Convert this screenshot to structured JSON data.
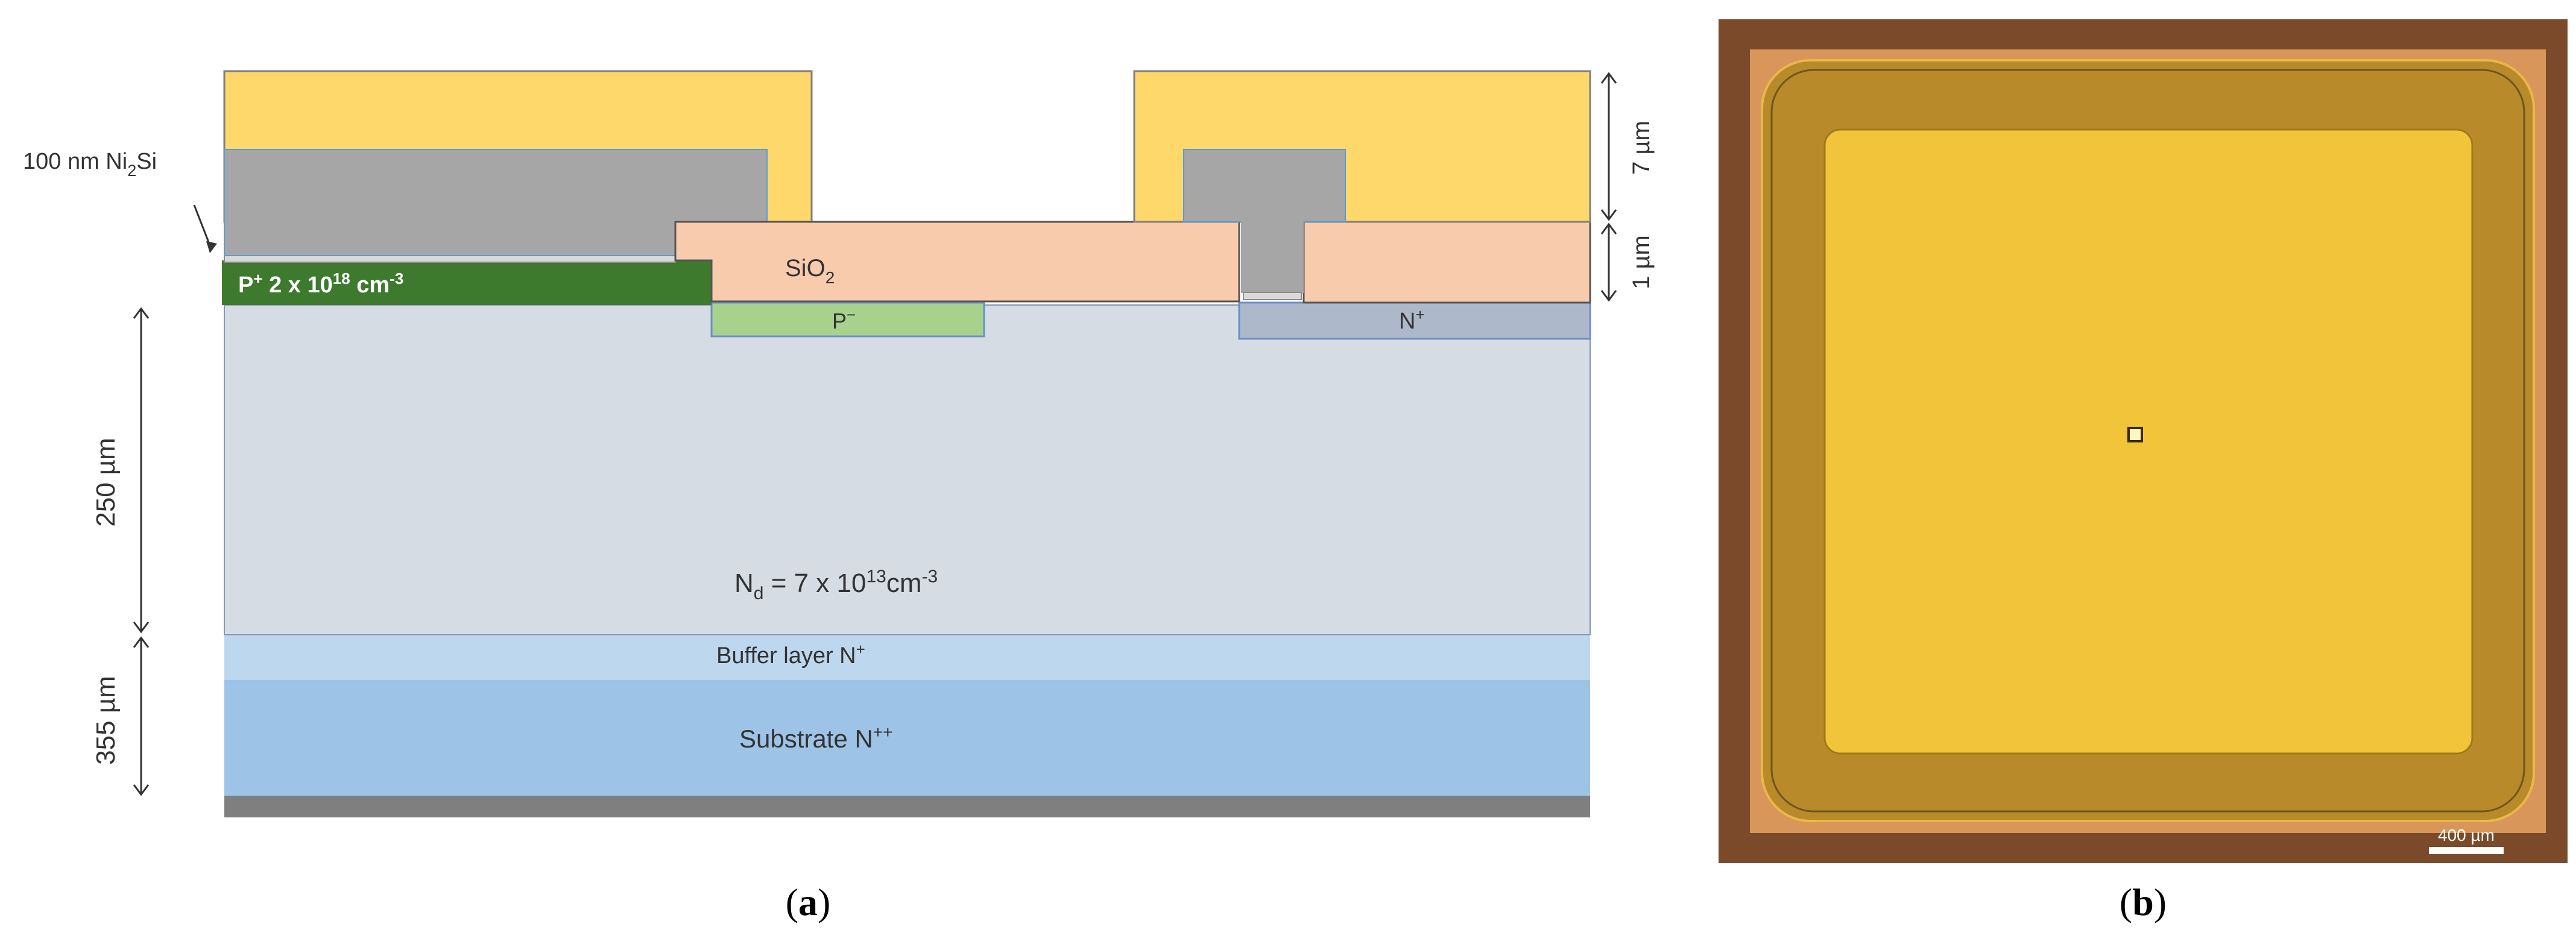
{
  "panel_a": {
    "caption": {
      "open": "(",
      "letter": "a",
      "close": ")"
    },
    "labels": {
      "nisi": {
        "pre": "100 nm Ni",
        "sub": "2",
        "post": "Si"
      },
      "sio2": {
        "base": "SiO",
        "sub": "2"
      },
      "p_plus": {
        "base": "P",
        "sup1": "+",
        "mid": " 2 x 10",
        "sup2": "18",
        "mid2": " cm",
        "sup3": "-3"
      },
      "p_minus": {
        "base": "P",
        "sup": "−"
      },
      "n_plus": {
        "base": "N",
        "sup": "+"
      },
      "nd": {
        "base": "N",
        "sub": "d",
        "mid": " = 7 x 10",
        "sup": "13",
        "post": "cm",
        "sup2": "-3"
      },
      "buffer": {
        "text": "Buffer layer N",
        "sup": "+"
      },
      "substrate": {
        "text": "Substrate N",
        "sup": "++"
      }
    },
    "dimensions": {
      "metal": "7 µm",
      "oxide": "1 µm",
      "drift": "250 µm",
      "substrate": "355 µm"
    },
    "colors": {
      "metal_gold": "#FED86A",
      "nisi_gray": "#A6A6A6",
      "oxide_peach": "#F8CBAD",
      "p_plus_green": "#3E7A2D",
      "p_minus_green": "#A9D18E",
      "n_plus_blue": "#ADB9CA",
      "drift_gray": "#D6DCE4",
      "buffer_blue": "#BDD7EE",
      "substrate_blue": "#9DC3E6",
      "backside_gray": "#7F7F7F"
    }
  },
  "panel_b": {
    "caption": {
      "open": "(",
      "letter": "b",
      "close": ")"
    },
    "scale_bar": "400 µm",
    "colors": {
      "frame": "#7A4A2A",
      "outer_copper": "#D9965A",
      "ring_dark": "#B88A2A",
      "inner_gold": "#F2C43A"
    }
  }
}
